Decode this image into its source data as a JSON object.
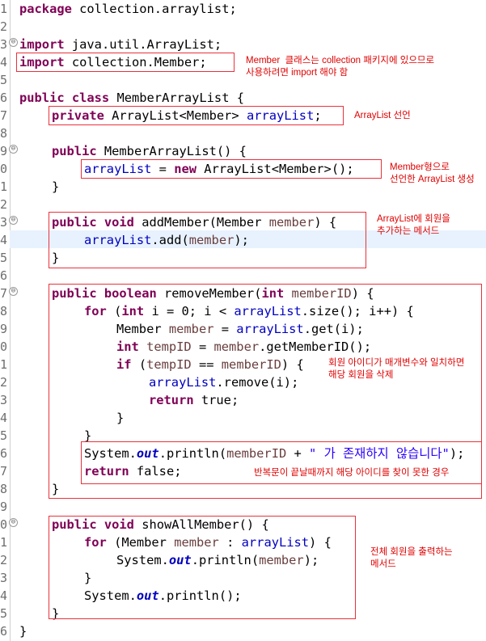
{
  "editor": {
    "gutter_line_numbers": [
      "1",
      "2",
      "3",
      "4",
      "5",
      "6",
      "7",
      "8",
      "9",
      "0",
      "1",
      "2",
      "3",
      "4",
      "5",
      "6",
      "7",
      "8",
      "9",
      "0",
      "1",
      "2",
      "3",
      "4",
      "5",
      "6",
      "7",
      "8",
      "9",
      "0",
      "1",
      "2",
      "3",
      "4",
      "5",
      "6"
    ],
    "fold_markers": [
      "⊖",
      "⊖",
      "⊖",
      "⊖",
      "⊖"
    ]
  },
  "code": {
    "l1": {
      "kw": "package",
      "rest": " collection.arraylist;"
    },
    "l3": {
      "kw": "import",
      "rest": " java.util.ArrayList;"
    },
    "l4": {
      "kw": "import",
      "rest": " collection.Member;"
    },
    "l6": {
      "kw": "public class",
      "rest": " MemberArrayList {"
    },
    "l7": {
      "kw": "private",
      "type": " ArrayList<Member> ",
      "field": "arrayList",
      "end": ";"
    },
    "l9": {
      "kw": "public",
      "rest": " MemberArrayList() {"
    },
    "l10": {
      "field": "arrayList",
      "mid": " = ",
      "kw": "new",
      "rest": " ArrayList<Member>();"
    },
    "l11": {
      "text": "}"
    },
    "l13": {
      "kw": "public void",
      "name": " addMember(Member ",
      "param": "member",
      "end": ") {"
    },
    "l14": {
      "field": "arrayList",
      "mid": ".add(",
      "param": "member",
      "end": ");"
    },
    "l15": {
      "text": "}"
    },
    "l17": {
      "kw": "public boolean",
      "name": " removeMember(",
      "kw2": "int",
      "param": " memberID",
      "end": ") {"
    },
    "l18": {
      "kw": "for",
      "a": " (",
      "kw2": "int",
      "b": " i = 0; i < ",
      "field": "arrayList",
      "c": ".size(); i++) {"
    },
    "l19": {
      "type": "Member ",
      "var": "member",
      "a": " = ",
      "field": "arrayList",
      "b": ".get(i);"
    },
    "l20": {
      "kw": "int",
      "var": " tempID",
      "a": " = ",
      "var2": "member",
      "b": ".getMemberID();"
    },
    "l21": {
      "kw": "if",
      "a": " (",
      "var": "tempID",
      "b": " == ",
      "var2": "memberID",
      "c": ") {"
    },
    "l22": {
      "field": "arrayList",
      "rest": ".remove(i);"
    },
    "l23": {
      "kw": "return",
      "rest": " true;"
    },
    "l24": {
      "text": "}"
    },
    "l25": {
      "text": "}"
    },
    "l26": {
      "a": "System.",
      "out": "out",
      "b": ".println(",
      "var": "memberID",
      "c": " + ",
      "str": "\" 가 존재하지 않습니다\"",
      "d": ");"
    },
    "l27": {
      "kw": "return",
      "rest": " false;"
    },
    "l28": {
      "text": "}"
    },
    "l30": {
      "kw": "public void",
      "rest": " showAllMember() {"
    },
    "l31": {
      "kw": "for",
      "a": " (Member ",
      "var": "member",
      "b": " : ",
      "field": "arrayList",
      "c": ") {"
    },
    "l32": {
      "a": "System.",
      "out": "out",
      "b": ".println(",
      "var": "member",
      "c": ");"
    },
    "l33": {
      "text": "}"
    },
    "l34": {
      "a": "System.",
      "out": "out",
      "b": ".println();"
    },
    "l35": {
      "text": "}"
    },
    "l36": {
      "text": "}"
    }
  },
  "annotations": {
    "import_note": "Member  클래스는 collection 패키지에 있으므로\n사용하려면 import 해야 함",
    "decl_note": "ArrayList 선언",
    "ctor_note": "Member형으로\n선언한 ArrayList 생성",
    "add_note": "ArrayList에 회원을\n추가하는 메서드",
    "if_note": "회원 아이디가 매개변수와 일치하면\n해당 회원을 삭제",
    "loop_note": "반복문이 끝날때까지 해당 아이디를 찾이 못한 경우",
    "show_note": "전체 회원을 출력하는\n메서드"
  },
  "colors": {
    "keyword": "#7f0055",
    "field": "#0000c0",
    "variable": "#6a3e3e",
    "string": "#2a00ff",
    "annotation": "#e00000",
    "highlight": "#e8f2fe"
  }
}
